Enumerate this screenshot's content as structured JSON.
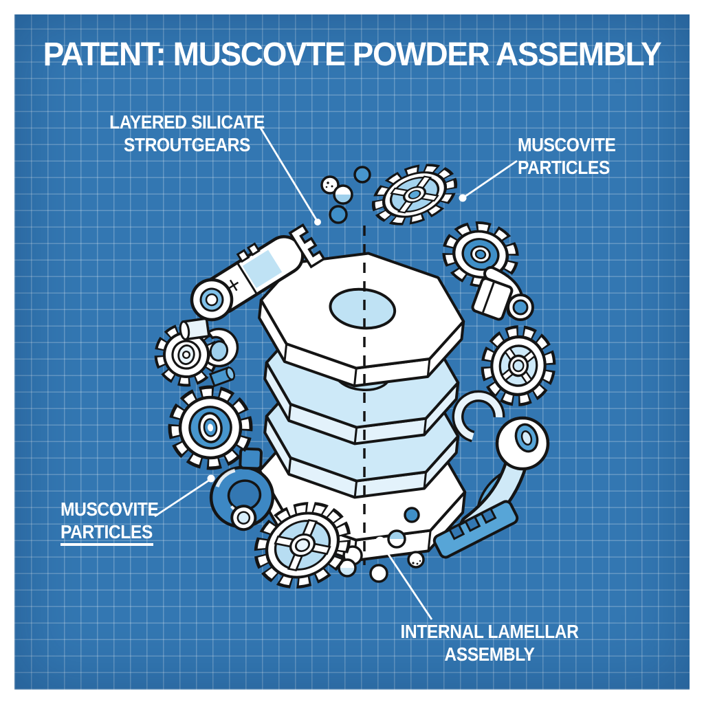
{
  "title": "PATENT: MUSCOVTE POWDER ASSEMBLY",
  "labels": [
    {
      "id": "layered-silicate-stroutgears",
      "line1": "LAYERED SILICATE",
      "line2": "STROUTGEARS"
    },
    {
      "id": "muscovite-particles-top-right",
      "line1": "MUSCOVITE",
      "line2": "PARTICLES"
    },
    {
      "id": "muscovite-particles-bottom-left",
      "line1": "MUSCOVITE",
      "line2": "PARTICLES",
      "underlined": true
    },
    {
      "id": "internal-lamellar-assembly",
      "line1": "INTERNAL LAMELLAR",
      "line2": "ASSEMBLY"
    }
  ],
  "figure": {
    "style": "patent-blueprint-diagram",
    "central_subject": "stacked-octagonal-lamellar-plates",
    "plate_count": 4,
    "components": [
      "ratchet-tool",
      "small-gear-left",
      "spoked-gear-left",
      "clamp-tool",
      "spoked-gear-bottom",
      "wrench-tool",
      "comb-rack-piece",
      "ring-gear-right",
      "linkage-arm-roller",
      "spoked-gear-top",
      "small-gear-top-right",
      "powder-particles"
    ]
  },
  "colors": {
    "page_background": "#ffffff",
    "panel_blue": "#3377b2",
    "grid_line": "#7fb0d6",
    "outline_ink": "#141414",
    "fill_white": "#ffffff",
    "fill_light_blue": "#cde9f8",
    "fill_mid_blue": "#4796cd",
    "text_white": "#ffffff"
  }
}
